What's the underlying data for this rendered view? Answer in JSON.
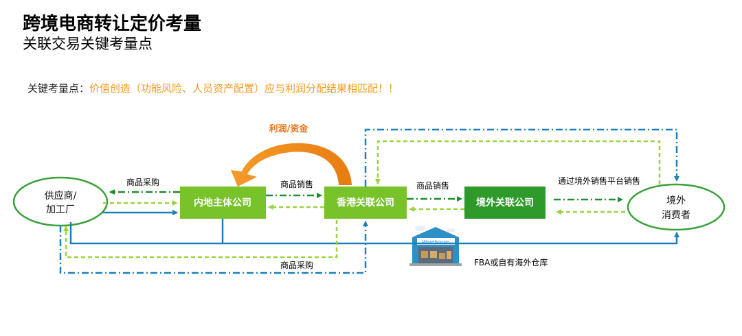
{
  "header": {
    "title": "跨境电商转让定价考量",
    "subtitle": "关联交易关键考量点"
  },
  "key_point": {
    "label": "关键考量点：",
    "text": "价值创造（功能风险、人员资产配置）应与利润分配结果相匹配！！"
  },
  "nodes": {
    "supplier_line1": "供应商/",
    "supplier_line2": "加工厂",
    "mainland": "内地主体公司",
    "hongkong": "香港关联公司",
    "overseas": "境外关联公司",
    "consumer_line1": "境外",
    "consumer_line2": "消费者",
    "warehouse_sign": "Warehouse",
    "warehouse_label": "FBA或自有海外仓库"
  },
  "edges": {
    "purchase_top": "商品采购",
    "sales_mainland_hk": "商品销售",
    "sales_hk_overseas": "商品销售",
    "platform_sales": "通过境外销售平台销售",
    "purchase_bottom": "商品采购",
    "profit_funds": "利润/资金"
  },
  "colors": {
    "box_green": "#78c22a",
    "box_dark_green": "#2f9a2c",
    "ellipse_border": "#3aa03a",
    "blue": "#1a7fbd",
    "light_green": "#9bd33f",
    "dark_green": "#1e8c2a",
    "orange": "#f08c1c",
    "accent_text": "#f39a1e"
  }
}
